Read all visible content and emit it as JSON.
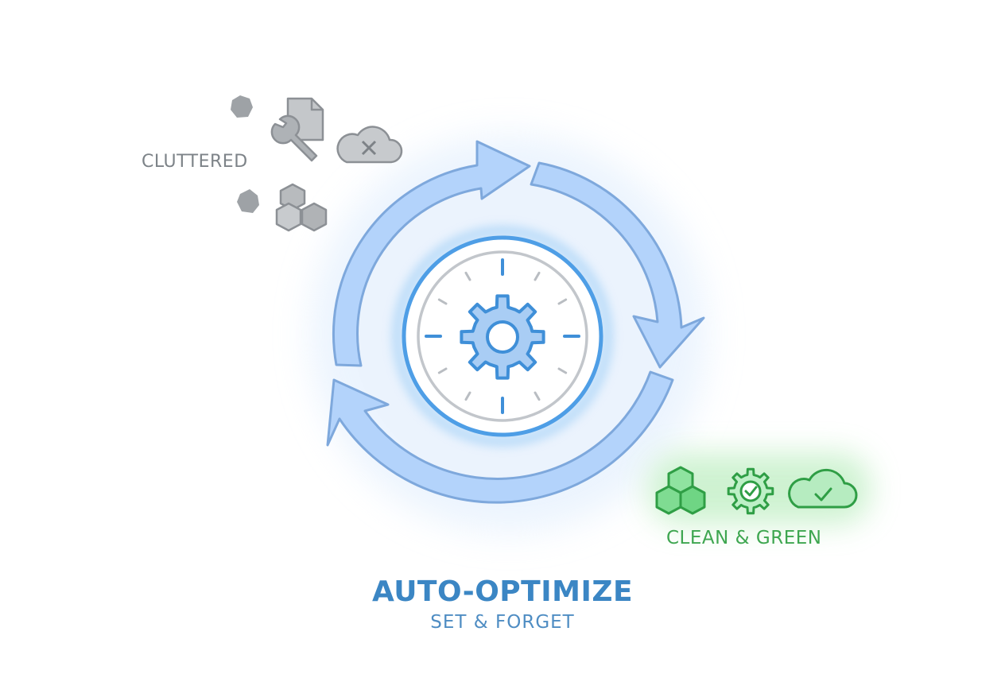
{
  "labels": {
    "cluttered": "CLUTTERED",
    "clean": "CLEAN & GREEN",
    "title": "AUTO-OPTIMIZE",
    "subtitle": "SET & FORGET"
  },
  "icons": {
    "cluttered": [
      "document-icon",
      "wrench-icon",
      "cloud-x-icon",
      "cubes-icon"
    ],
    "clean": [
      "cubes-icon",
      "gear-check-icon",
      "cloud-check-icon"
    ],
    "center": "gear-icon"
  },
  "colors": {
    "arrow_fill": "#b3d3fb",
    "arrow_stroke": "#7ea8dc",
    "clock_ring": "#4e9ee6",
    "gear": "#3f8fd8",
    "gray": "#9a9ea3",
    "green": "#3ab54a",
    "title": "#3b86c4"
  }
}
